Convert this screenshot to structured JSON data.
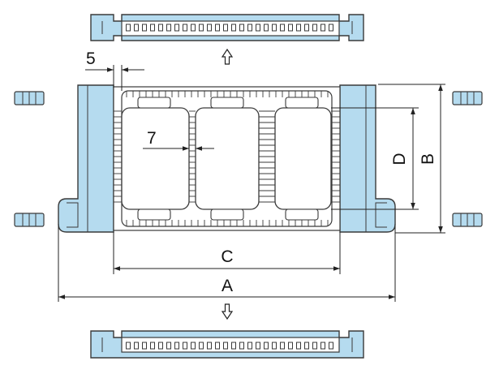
{
  "drawing": {
    "colors": {
      "part_fill": "#b5dbef",
      "inner_fill": "#ffffff",
      "outline": "#3a3a3a",
      "dimension_line": "#222222"
    },
    "dimensions": {
      "a": "A",
      "b": "B",
      "c": "C",
      "d": "D",
      "wall_thickness": "5",
      "divider_thickness": "7"
    },
    "icons": {
      "arrow_top": "arrow-up-icon",
      "arrow_bottom": "arrow-down-icon"
    }
  }
}
